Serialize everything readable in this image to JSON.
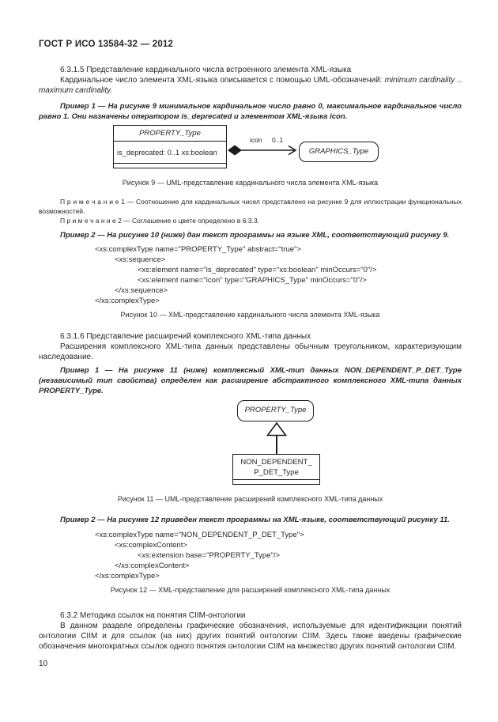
{
  "header": {
    "title": "ГОСТ Р ИСО 13584-32 — 2012"
  },
  "page_number": "10",
  "s6315": {
    "heading": "6.3.1.5 Представление кардинального числа встроенного элемента XML-языка",
    "intro_normal": "Кардинальное число элемента XML-языка описывается с помощью UML-обозначений: ",
    "intro_italic": "minimum cardinality .. maximum cardinality.",
    "example1": "Пример 1 — На рисунке 9 минимальное кардинальное число равно 0, максимальное кардинальное число равно 1. Они назначены оператором is_deprecated и элементом XML-языка icon.",
    "note1": "П р и м е ч а н и е  1 — Соотношение для кардинальных чисел представлено на рисунке 9 для иллюстрации функциональных возможностей.",
    "note2": "П р и м е ч а н и е  2 — Соглашение о цвете определено в 6.3.3.",
    "example2": "Пример 2 — На рисунке 10 (ниже) дан текст программы на языке XML, соответствующий рисунку 9."
  },
  "fig9": {
    "class_title": "PROPERTY_Type",
    "class_attribute": "is_deprecated: 0..1 xs:boolean",
    "assoc_label": "icon",
    "assoc_cardinality": "0..1",
    "target_class": "GRAPHICS_Type",
    "caption": "Рисунок 9 — UML-представление кардинального числа элемента XML-языка"
  },
  "fig10": {
    "code": [
      "<xs:complexType name=\"PROPERTY_Type\" abstract=\"true\">",
      "<xs:sequence>",
      "<xs:element name=\"is_deprecated\" type=\"xs:boolean\" minOccurs=\"0\"/>",
      "<xs:element name=\"icon\" type=\"GRAPHICS_Type\" minOccurs=\"0\"/>",
      "</xs:sequence>",
      "</xs:complexType>"
    ],
    "caption": "Рисунок 10 — XML-представление кардинального числа элемента XML-языка"
  },
  "s6316": {
    "heading": "6.3.1.6 Представление расширений комплексного XML-типа данных",
    "intro": "Расширения комплексного XML-типа данных представлены обычным треугольником, характеризующим наследование.",
    "example1": "Пример 1 — На рисунке 11 (ниже) комплексный XML-тип данных NON_DEPENDENT_P_DET_Type (независимый тип свойства) определен как расширение абстрактного комплексного XML-типа данных PROPERTY_Type.",
    "example2": "Пример 2 — На рисунке 12 приведен текст программы на XML-языке, соответствующий рисунку 11."
  },
  "fig11": {
    "parent_class": "PROPERTY_Type",
    "child_class_line1": "NON_DEPENDENT_",
    "child_class_line2": "P_DET_Type",
    "caption": "Рисунок 11 — UML-представление расширений комплексного XML-типа данных"
  },
  "fig12": {
    "code": [
      "<xs:complexType name=\"NON_DEPENDENT_P_DET_Type\">",
      "<xs:complexContent>",
      "<xs:extension base=\"PROPERTY_Type\"/>",
      "</xs:complexContent>",
      "</xs:complexType>"
    ],
    "caption": "Рисунок 12 — XML-представление для расширений комплексного XML-типа данных"
  },
  "s632": {
    "heading": "6.3.2 Методика ссылок на понятия CIIM-онтологии",
    "body": "В данном разделе определены графические обозначения, используемые для идентификации понятий онтологии CIIM и для ссылок (на них) других понятий онтологии CIIM. Здесь также введены графические обозначения многократных ссылок одного понятия онтологии CIIM на множество других понятий онтологии CIIM."
  }
}
